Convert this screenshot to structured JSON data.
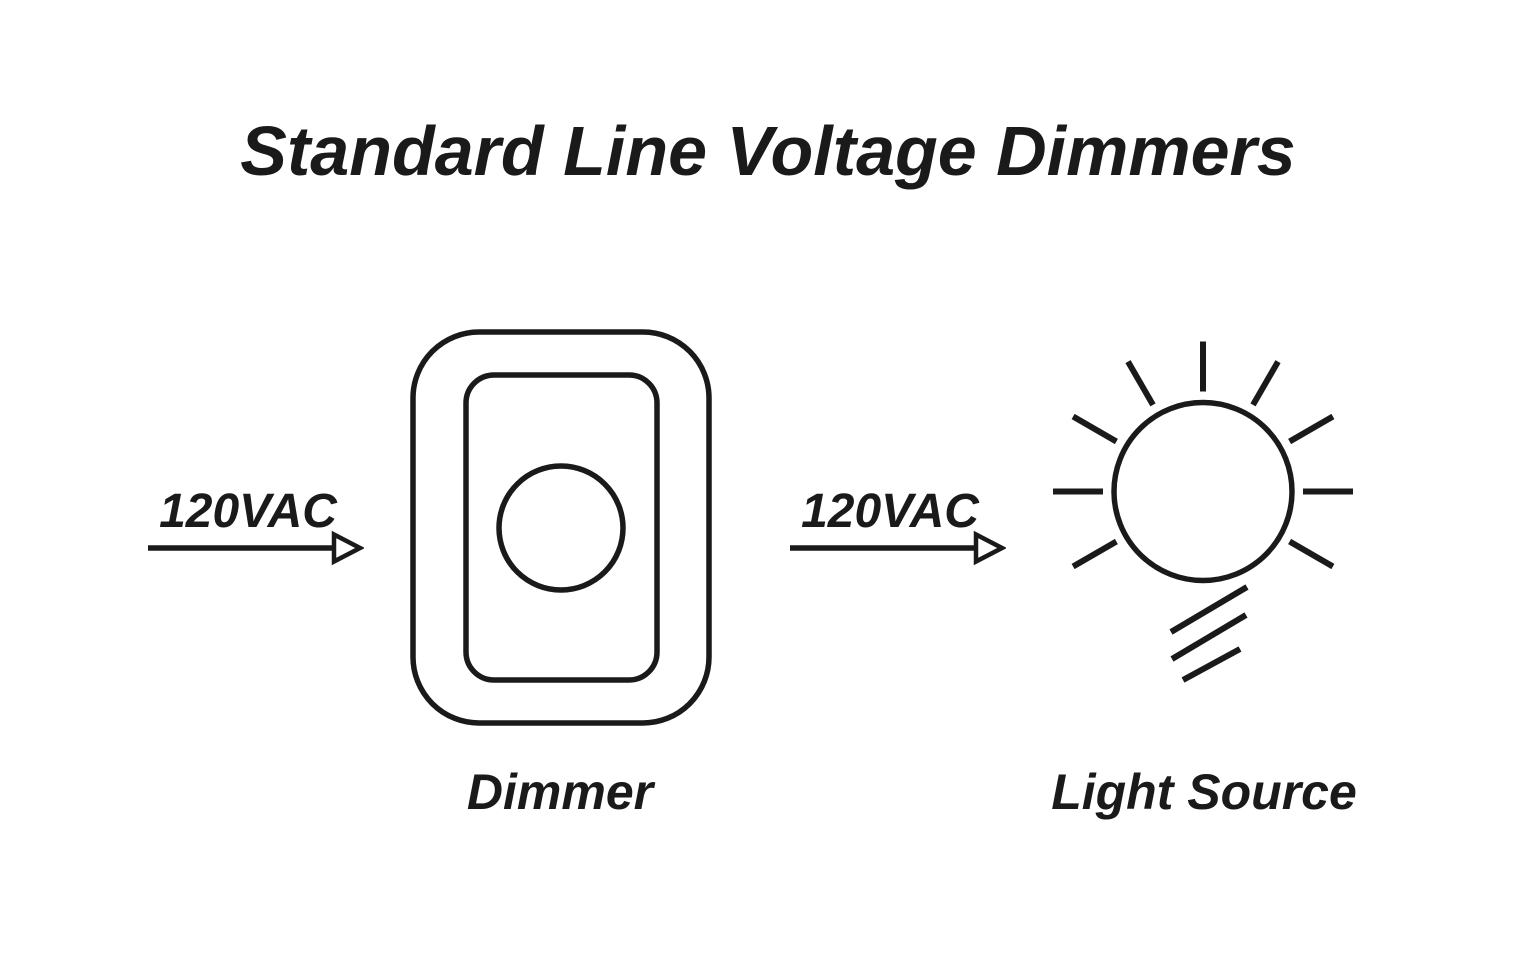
{
  "title": "Standard Line Voltage Dimmers",
  "flow": {
    "input_arrow": {
      "label": "120VAC",
      "direction": "right"
    },
    "output_arrow": {
      "label": "120VAC",
      "direction": "right"
    }
  },
  "dimmer": {
    "label": "Dimmer"
  },
  "light_source": {
    "label": "Light Source"
  },
  "icons": [
    "right-arrow-icon",
    "dimmer-plate-icon",
    "sun-light-icon"
  ],
  "colors": {
    "ink": "#1a1a1a",
    "background": "#ffffff"
  }
}
